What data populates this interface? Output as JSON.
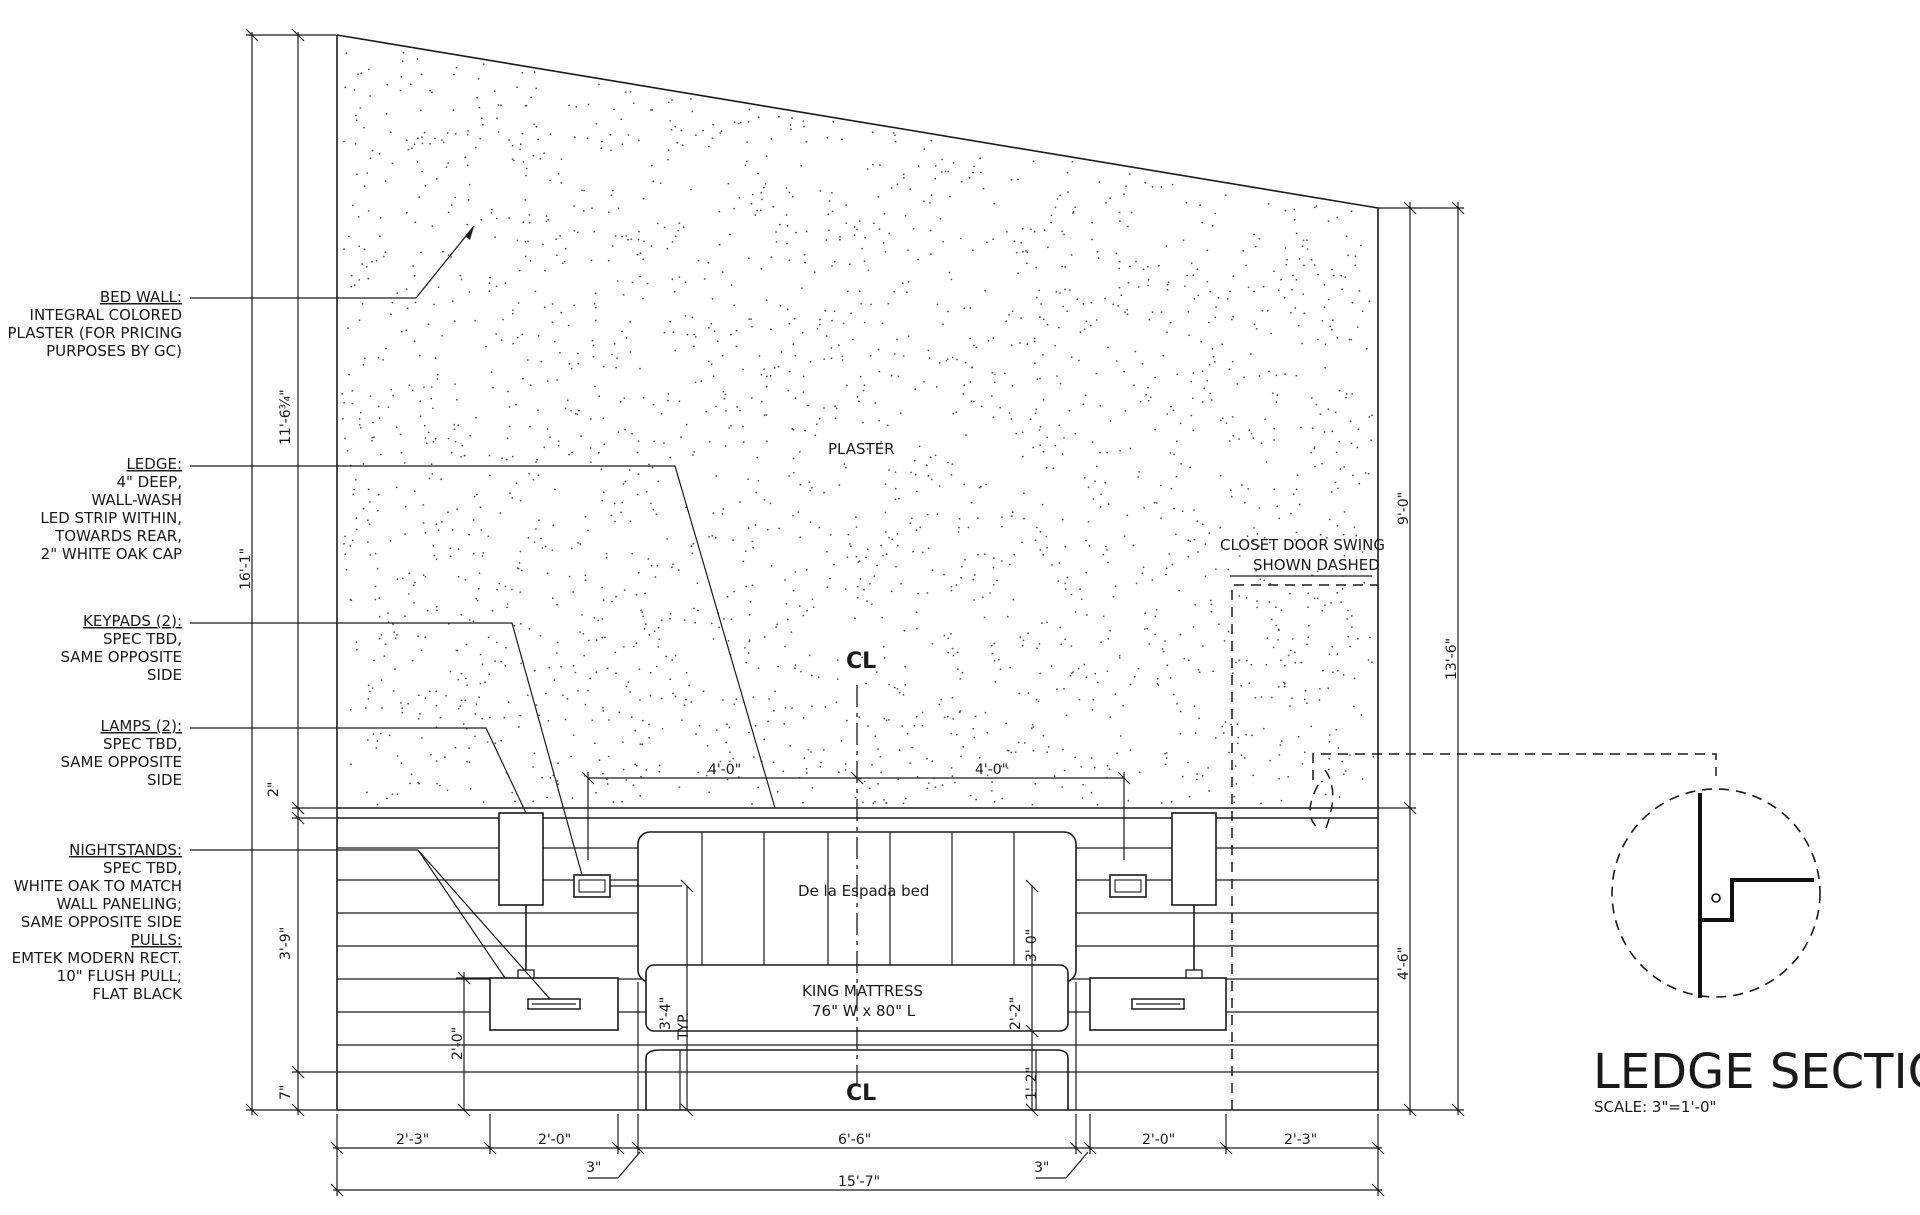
{
  "notes": {
    "bed_wall": {
      "title": "BED WALL:",
      "lines": [
        "INTEGRAL COLORED",
        "PLASTER (FOR PRICING",
        "PURPOSES BY GC)"
      ]
    },
    "ledge": {
      "title": "LEDGE:",
      "lines": [
        "4\" DEEP,",
        "WALL-WASH",
        "LED STRIP WITHIN,",
        "TOWARDS REAR,",
        "2\" WHITE OAK CAP"
      ]
    },
    "keypads": {
      "title": "KEYPADS (2):",
      "lines": [
        "SPEC TBD,",
        "SAME OPPOSITE",
        "SIDE"
      ]
    },
    "lamps": {
      "title": "LAMPS (2):",
      "lines": [
        "SPEC TBD,",
        "SAME OPPOSITE",
        "SIDE"
      ]
    },
    "nightstands": {
      "title": "NIGHTSTANDS:",
      "lines": [
        "SPEC TBD,",
        "WHITE OAK TO MATCH",
        "WALL PANELING;",
        "SAME OPPOSITE SIDE"
      ]
    },
    "pulls": {
      "title": "PULLS:",
      "lines": [
        "EMTEK MODERN RECT.",
        "10\" FLUSH PULL;",
        "FLAT BLACK"
      ]
    }
  },
  "labels": {
    "plaster": "PLASTER",
    "bed": "De la Espada bed",
    "mattress_title": "KING MATTRESS",
    "mattress_size": "76\" W x 80\" L",
    "closet_line1": "CLOSET DOOR SWING",
    "closet_line2": "SHOWN DASHED",
    "centerline": "CL",
    "typ": "TYP."
  },
  "dimensions": {
    "left_total": "16'-1\"",
    "left_upper": "11'-6¾\"",
    "left_ledge": "2\"",
    "left_panel": "3'-9\"",
    "left_base": "7\"",
    "nightstand_height": "2'-0\"",
    "bed_height": "3'-4\"",
    "bed_headboard": "3'-0\"",
    "mattress_height": "2'-2\"",
    "bed_leg": "1'-2\"",
    "right_total": "13'-6\"",
    "right_upper": "9'-0\"",
    "right_lower": "4'-6\"",
    "lamp_offset_left": "4'-0\"",
    "lamp_offset_right": "4'-0\"",
    "bottom_1": "2'-3\"",
    "bottom_2": "2'-0\"",
    "bottom_gap_left": "3\"",
    "bottom_bed": "6'-6\"",
    "bottom_gap_right": "3\"",
    "bottom_3": "2'-0\"",
    "bottom_4": "2'-3\"",
    "overall": "15'-7\""
  },
  "section": {
    "title": "LEDGE SECTION",
    "scale": "SCALE: 3\"=1'-0\""
  }
}
